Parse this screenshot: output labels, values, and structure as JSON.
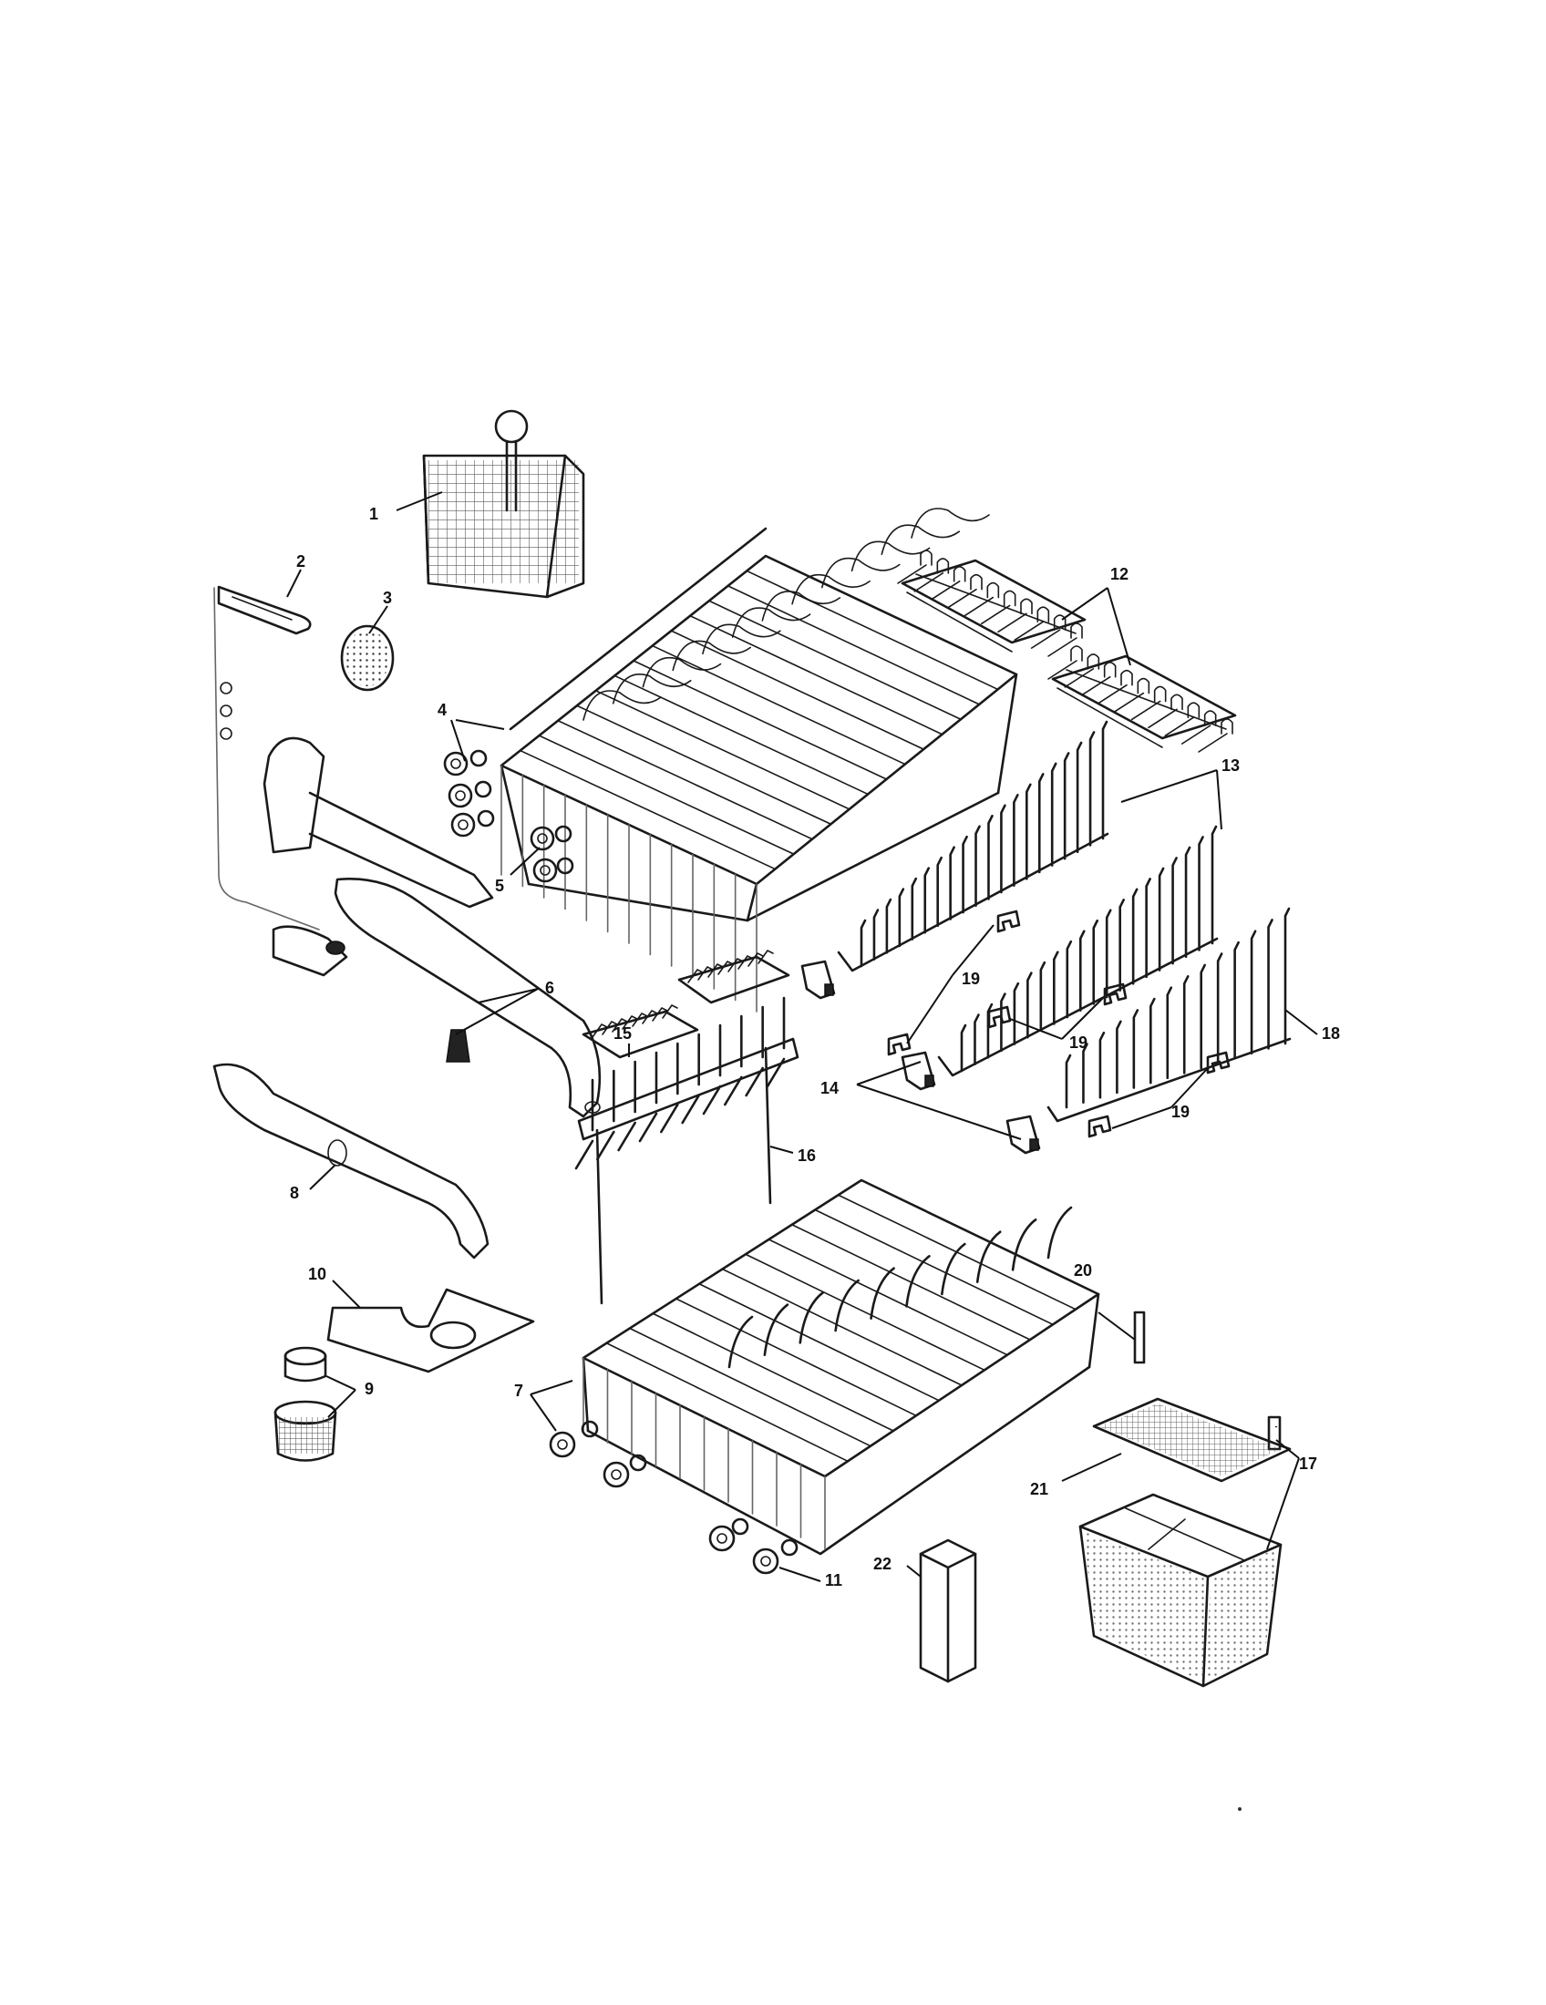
{
  "callouts": {
    "p1": "1",
    "p2": "2",
    "p3": "3",
    "p4": "4",
    "p5": "5",
    "p6": "6",
    "p7": "7",
    "p8": "8",
    "p9": "9",
    "p10": "10",
    "p11": "11",
    "p12": "12",
    "p13": "13",
    "p14": "14",
    "p15": "15",
    "p16": "16",
    "p17": "17",
    "p18": "18",
    "p19a": "19",
    "p19b": "19",
    "p19c": "19",
    "p20": "20",
    "p21": "21",
    "p22": "22"
  }
}
